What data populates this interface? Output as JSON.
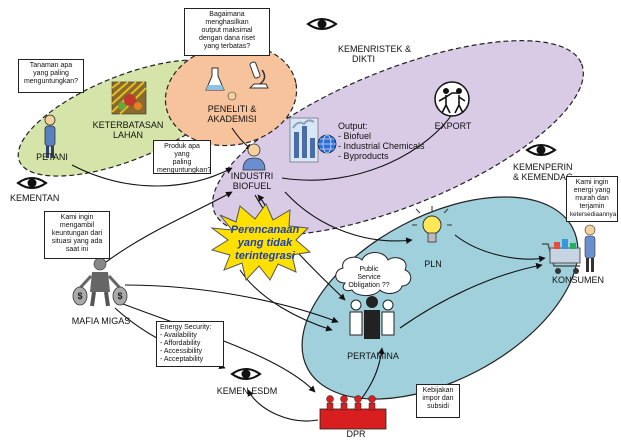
{
  "ellipses": {
    "petani_color": "#d5e4a8",
    "peneliti_color": "#f6c39d",
    "industri_color": "#d9cbe6",
    "pertamina_color": "#9fd0dc",
    "border": "#222222",
    "burst_color": "#ffe000"
  },
  "nodes": {
    "petani": "PETANI",
    "keterbatasan": [
      "KETERBATASAN",
      "LAHAN"
    ],
    "peneliti": [
      "PENELITI &",
      "AKADEMISI"
    ],
    "kemenristek": [
      "KEMENRISTEK &",
      "DIKTI"
    ],
    "industri": [
      "INDUSTRI",
      "BIOFUEL"
    ],
    "export": "EXPORT",
    "kemenperin": [
      "KEMENPERIN",
      "& KEMENDAG"
    ],
    "kementan": "KEMENTAN",
    "pln": "PLN",
    "konsumen": "KONSUMEN",
    "mafia": "MAFIA MIGAS",
    "pertamina": "PERTAMINA",
    "kemen_esdm": "KEMEN ESDM",
    "dpr": "DPR"
  },
  "output": {
    "title": "Output:",
    "items": [
      "- Biofuel",
      "- Industrial Chemicals",
      "- Byproducts"
    ]
  },
  "callouts": {
    "peneliti_q": [
      "Bagaimana",
      "menghasilkan",
      "output maksimal",
      "dengan dana riset",
      "yang terbatas?"
    ],
    "petani_q": [
      "Tanaman apa",
      "yang paling",
      "menguntungkan?"
    ],
    "industri_q": [
      "Produk apa yang",
      "paling",
      "menguntungkan?"
    ],
    "mafia_q": [
      "Kami ingin",
      "mengambil",
      "keuntungan dari",
      "situasi yang ada",
      "saat ini"
    ],
    "konsumen_q": [
      "Kami ingin",
      "energi yang",
      "murah dan",
      "terjamin",
      "ketersediaannya"
    ],
    "esdm_box": [
      "Energy Security:",
      "- Availability",
      "- Affordability",
      "- Accessibility",
      "- Acceptability"
    ],
    "dpr_box": [
      "Kebijakan",
      "impor dan",
      "subsidi"
    ]
  },
  "burst": [
    "Perencanaan",
    "yang tidak",
    "terintegrasi"
  ],
  "cloud": [
    "Public",
    "Service",
    "Obligation ??"
  ],
  "icons": [
    "eye-icon",
    "farmer-icon",
    "researcher-icon",
    "lab-flask-icon",
    "microscope-icon",
    "globe-icon",
    "factory-icon",
    "export-people-icon",
    "light-bulb-icon",
    "shopping-cart-icon",
    "money-bag-icon",
    "people-group-icon",
    "parliament-icon",
    "vegetables-icon"
  ]
}
